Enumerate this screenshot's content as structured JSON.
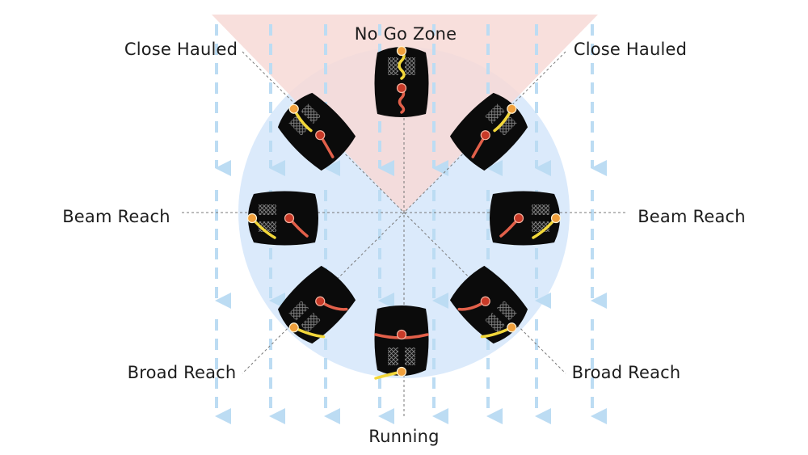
{
  "labels": {
    "top": "No Go Zone",
    "top_left": "Close Hauled",
    "top_right": "Close Hauled",
    "left": "Beam Reach",
    "right": "Beam Reach",
    "bottom_left": "Broad Reach",
    "bottom_right": "Broad Reach",
    "bottom": "Running"
  },
  "colors": {
    "no_go_zone": "#f7d9d6",
    "circle": "#dbeafb",
    "wind_arrows": "#bcdcf3",
    "hull": "#0b0b0b",
    "mainsail": "#e2604a",
    "jib": "#f2d73a",
    "sheet_point": "#f0a03c",
    "mast": "#c83a28",
    "guide_lines": "#777777"
  },
  "icons": {
    "wind": "arrow-down-icon",
    "boat": "sailboat-icon",
    "mast": "mast-dot-icon"
  }
}
